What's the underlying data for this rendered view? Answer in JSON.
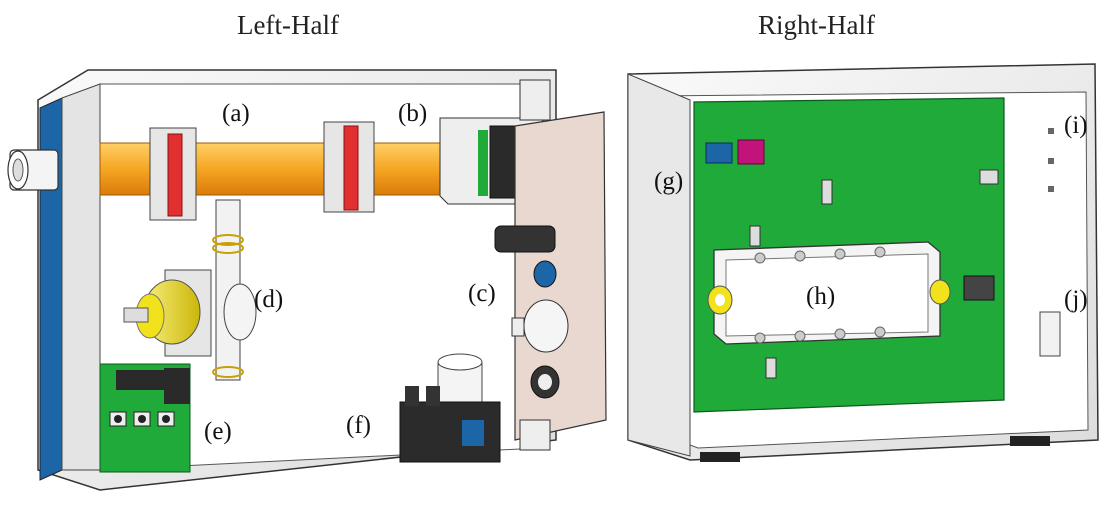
{
  "headings": {
    "left": "Left-Half",
    "right": "Right-Half"
  },
  "labels": {
    "a": "(a)",
    "b": "(b)",
    "c": "(c)",
    "d": "(d)",
    "e": "(e)",
    "f": "(f)",
    "g": "(g)",
    "h": "(h)",
    "i": "(i)",
    "j": "(j)"
  },
  "colors": {
    "tube": "#f5a623",
    "clamp": "#e03030",
    "pcb": "#1faa3a",
    "enclosure_edge": "#1c66a8",
    "enclosure": "#f2f2f2",
    "panel": "#e8d8d0",
    "yellow_part": "#f1e21c",
    "dark_part": "#2a2a2a",
    "magenta": "#c2137a"
  }
}
